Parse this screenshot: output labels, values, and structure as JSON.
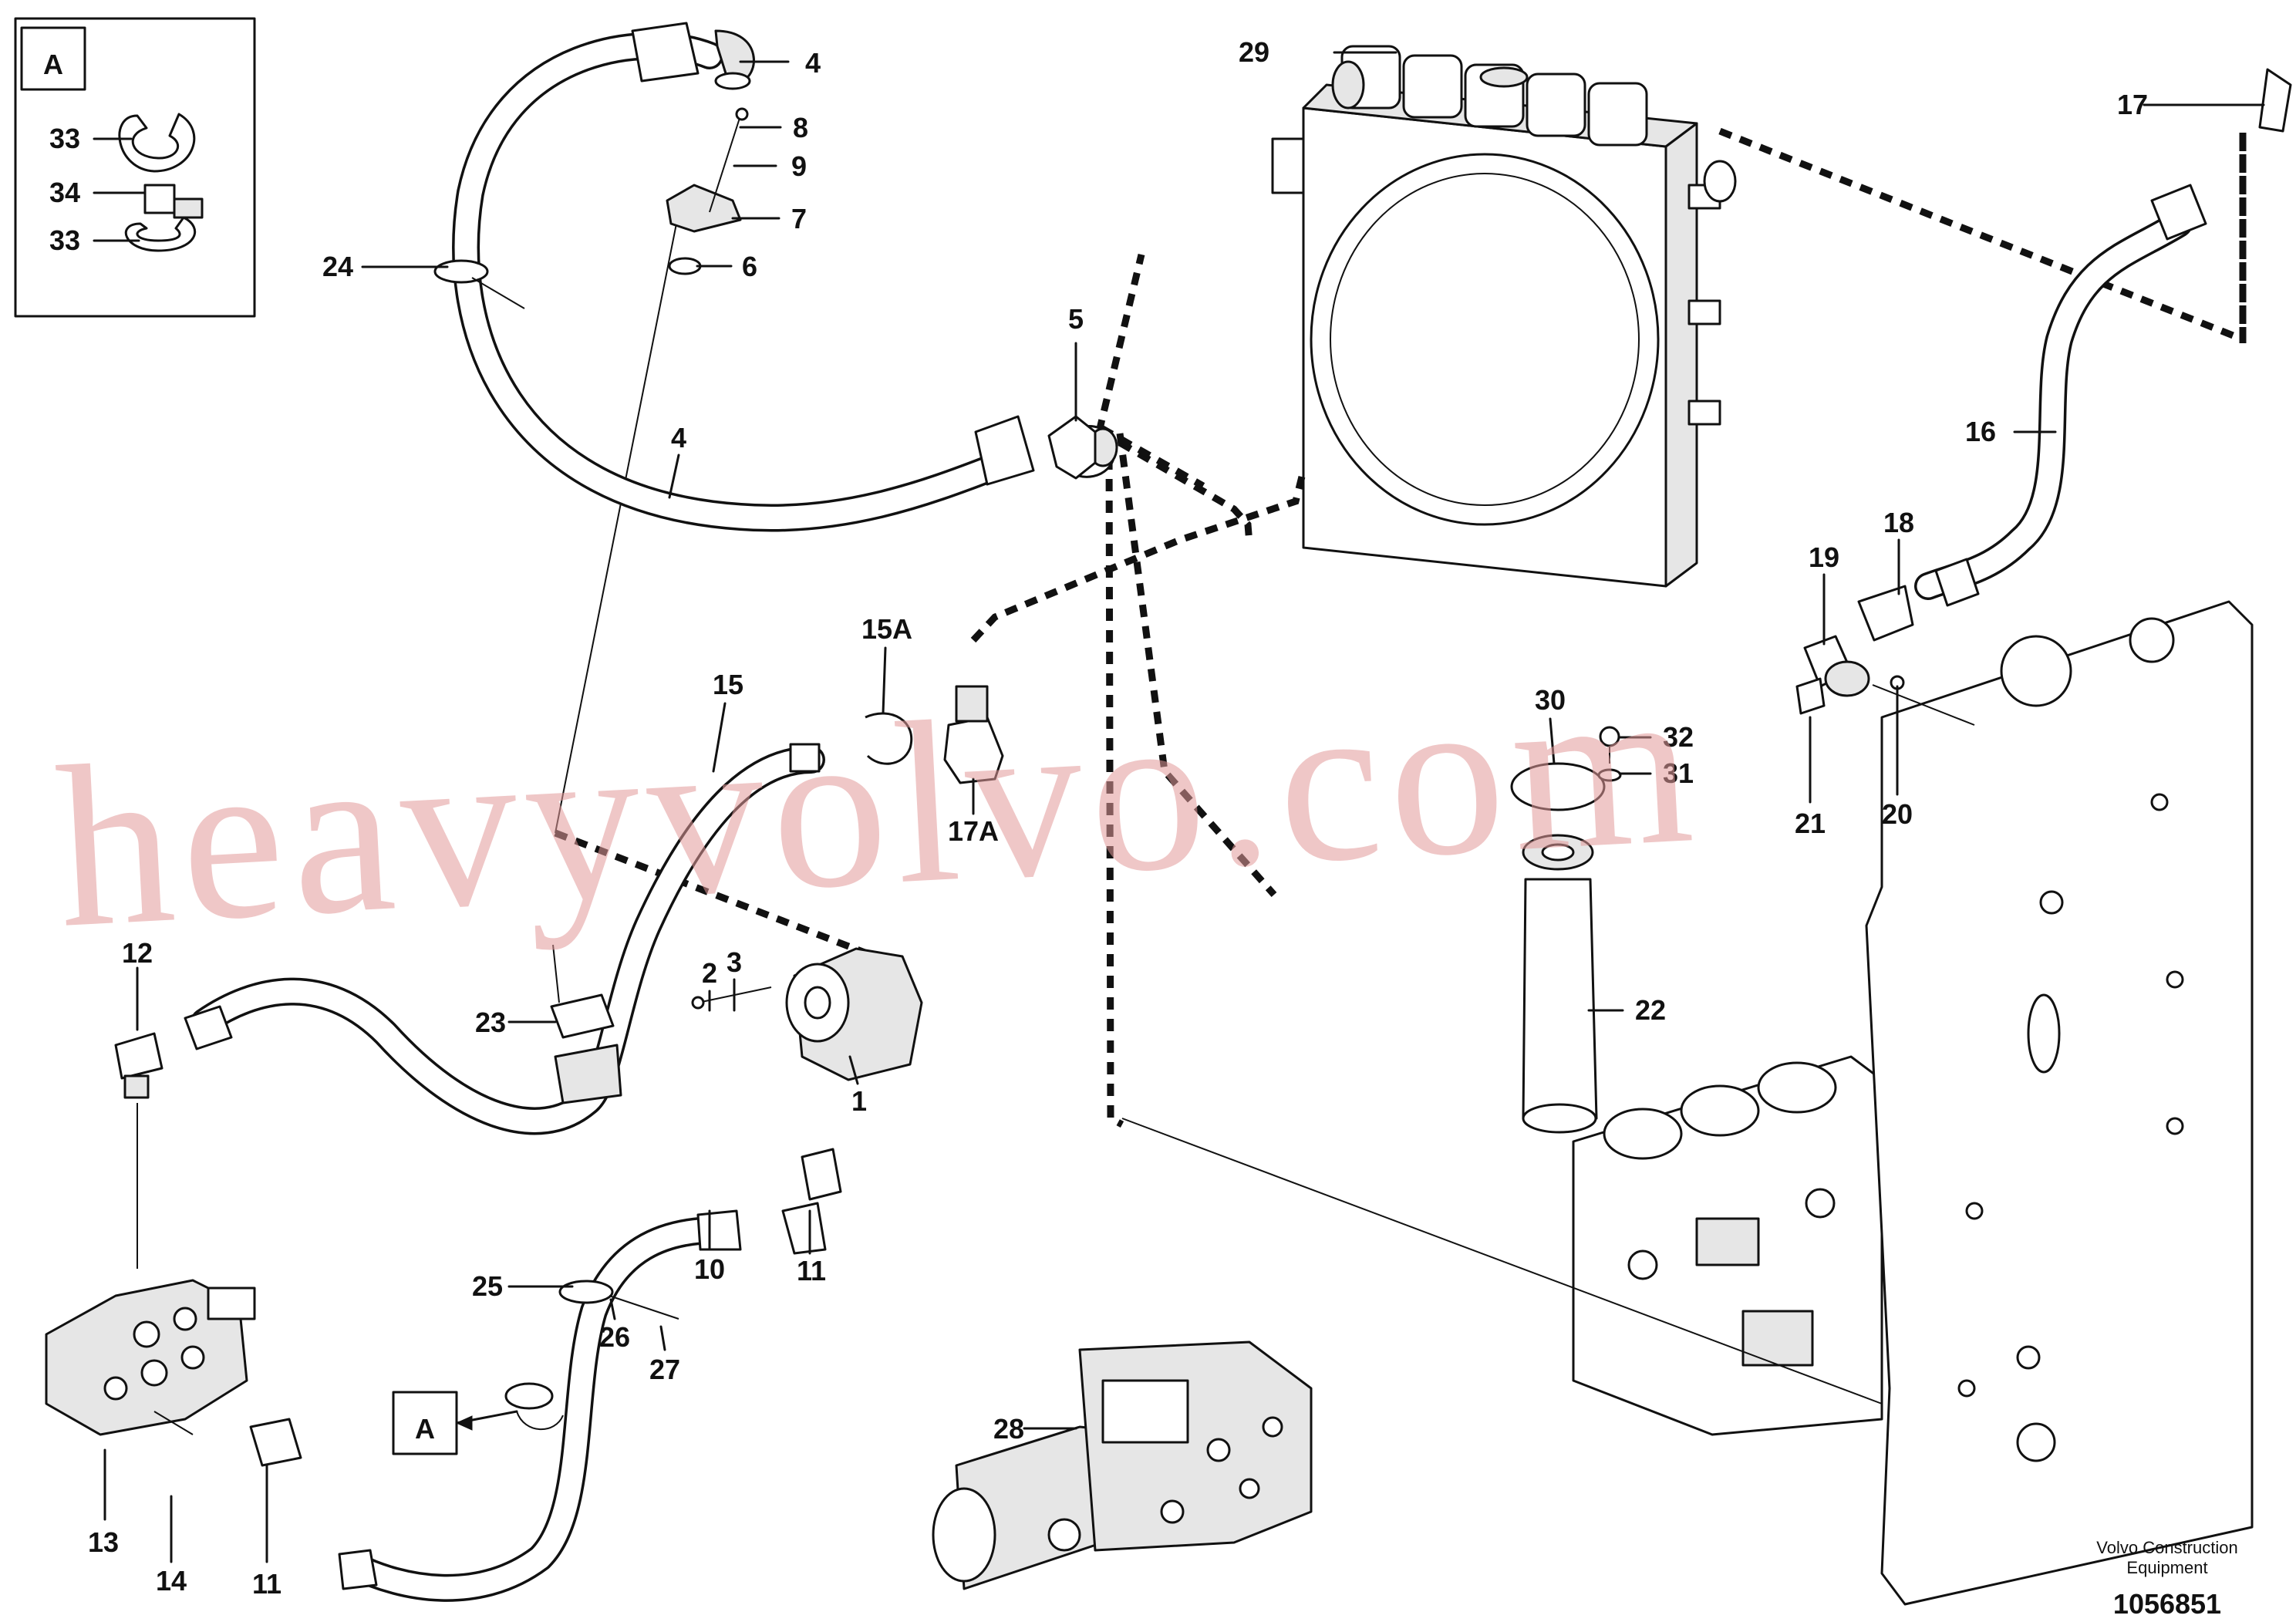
{
  "callouts": {
    "c1": "1",
    "c2": "2",
    "c3": "3",
    "c4a": "4",
    "c4b": "4",
    "c5": "5",
    "c6": "6",
    "c7": "7",
    "c8": "8",
    "c9": "9",
    "c10": "10",
    "c11a": "11",
    "c11b": "11",
    "c12": "12",
    "c13": "13",
    "c14": "14",
    "c15": "15",
    "c15A": "15A",
    "c16": "16",
    "c17": "17",
    "c17A": "17A",
    "c18": "18",
    "c19": "19",
    "c20": "20",
    "c21": "21",
    "c22": "22",
    "c23": "23",
    "c24": "24",
    "c25": "25",
    "c26": "26",
    "c27": "27",
    "c28": "28",
    "c29": "29",
    "c30": "30",
    "c31": "31",
    "c32": "32",
    "c33a": "33",
    "c34": "34",
    "c33b": "33"
  },
  "detail": {
    "inset_label": "A",
    "ref_label": "A"
  },
  "footer": {
    "brand_line1": "Volvo Construction",
    "brand_line2": "Equipment",
    "drawing_number": "1056851"
  },
  "watermark": {
    "text": "heavyvolvo.com"
  }
}
